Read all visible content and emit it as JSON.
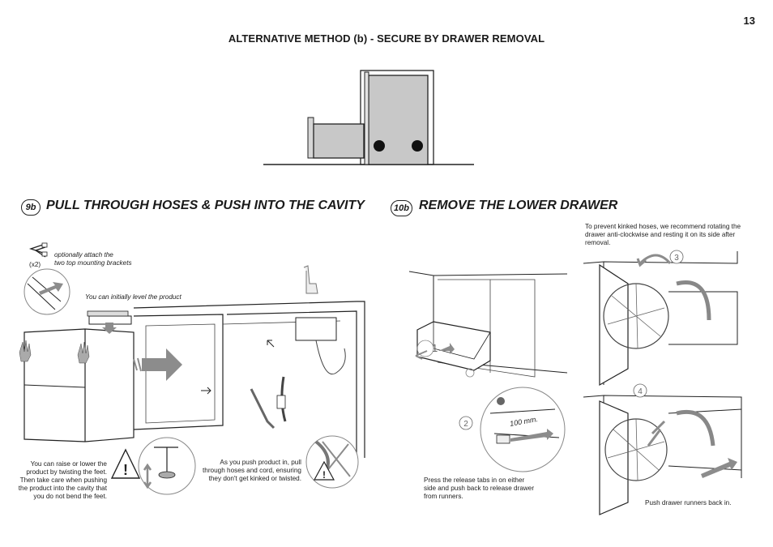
{
  "page": {
    "number": "13",
    "title": "ALTERNATIVE METHOD (b) - SECURE BY DRAWER REMOVAL"
  },
  "step9b": {
    "badge": "9b",
    "title": "PULL THROUGH HOSES & PUSH INTO THE CAVITY",
    "bracket_count": "(x2)",
    "bracket_note_line1": "optionally attach the",
    "bracket_note_line2": "two top mounting brackets",
    "level_note": "You can initially level the product",
    "feet_note": "You can raise or lower the product by twisting the feet. Then take care when pushing the product into the cavity that you do not bend the feet.",
    "push_note": "As you push product in, pull through hoses and cord, ensuring they don't get kinked or twisted."
  },
  "step10b": {
    "badge": "10b",
    "title": "REMOVE THE LOWER DRAWER",
    "hose_note": "To prevent kinked hoses, we recommend rotating the drawer anti-clockwise and resting it on its side after removal.",
    "release_note": "Press the release tabs in on either side and push back to release drawer from runners.",
    "distance_label": "100 mm.",
    "runners_note": "Push drawer runners back in.",
    "step_labels": [
      "1",
      "2",
      "3",
      "4"
    ]
  },
  "colors": {
    "drawer_fill": "#c8c8c8",
    "arrow_grey": "#8c8c8c",
    "line": "#222222"
  },
  "icons": [
    "warning-icon",
    "hand-icon",
    "arrow-icon",
    "spirit-level-icon",
    "tap-icon",
    "bracket-icon"
  ]
}
